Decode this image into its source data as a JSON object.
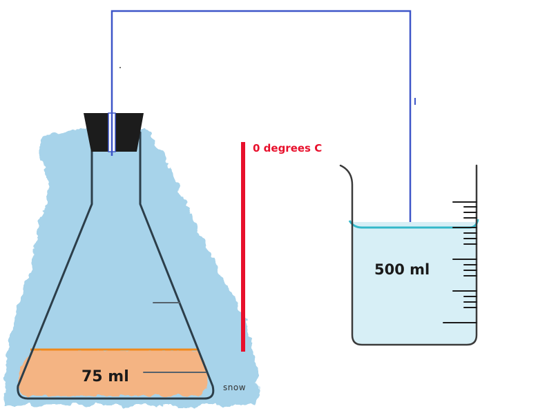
{
  "flask": {
    "volume_label": "75 ml",
    "liquid_color": "#f4b483",
    "surface_color": "#f08a1c"
  },
  "snow": {
    "label": "snow",
    "color": "#a7d3ea"
  },
  "thermometer": {
    "label": "0 degrees C",
    "color": "#e8102c"
  },
  "beaker": {
    "volume_label": "500 ml",
    "water_color": "#d7eff6",
    "surface_color": "#34b8c9"
  },
  "tube": {
    "color": "#3d55c8"
  },
  "stopper": {
    "color": "#1c1c1c"
  }
}
